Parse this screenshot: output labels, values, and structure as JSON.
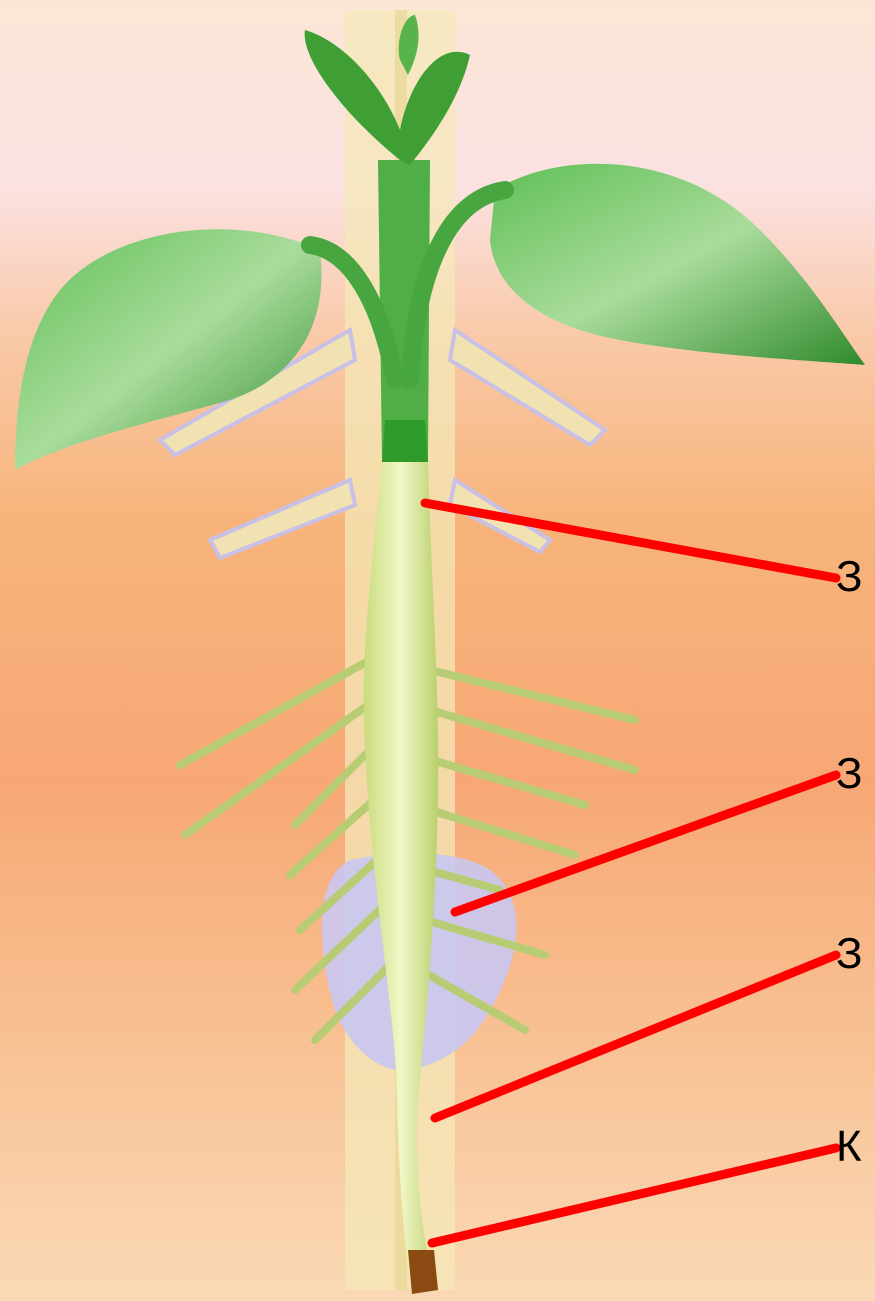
{
  "colors": {
    "leader_line": "#ff0000",
    "leaf": "#3fa33a",
    "root": "#dfeea5",
    "root_hair_zone": "#c9c6f2",
    "root_cap": "#8a4a12"
  },
  "labels": [
    {
      "id": "zone-1",
      "text": "З"
    },
    {
      "id": "zone-2",
      "text": "З"
    },
    {
      "id": "zone-3",
      "text": "З"
    },
    {
      "id": "zone-4",
      "text": "К"
    }
  ]
}
